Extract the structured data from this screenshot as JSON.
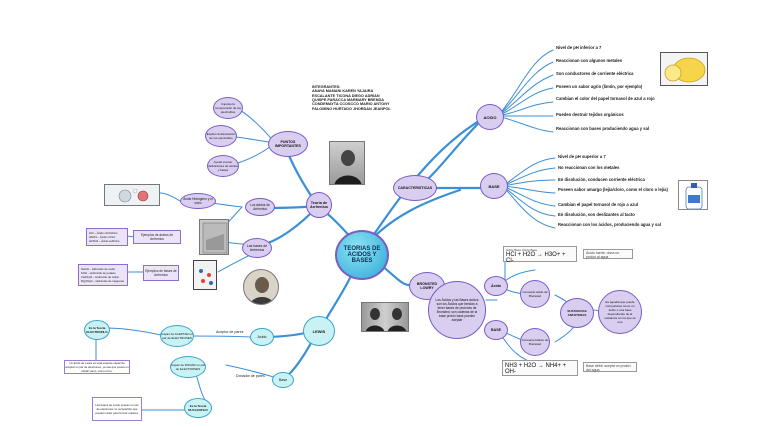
{
  "central": "TEORIAS DE ACIDOS Y BASES",
  "members": [
    "INTEGRANTES:",
    "ANAYA MAMANI KAREN YAJAIRA",
    "ESCALANTE TICONA DIEGO ADRIAN",
    "QUISPE PARACCA MARMARY BRENDA",
    "CONDEMAYTA CCOSCCO MARIO ANTONY",
    "PALOMINO HURTADO JHORDAN JEANPOL"
  ],
  "nodes": {
    "arrhenius": "Teoria de Arrhenius",
    "puntos": "PUNTOS IMPORTANTES",
    "punto1": "Impulso la comprensión de los electrolitos",
    "punto2": "Explico la disociación de los electrolitos",
    "punto3": "Ayudó a tener definiciones de ácidos y bases",
    "lewis": "LEWIS",
    "caracteristicas": "CARACTERISTICAS",
    "bronsted": "BRONSTED LOWRY",
    "acido": "ACIDO",
    "base": "BASE",
    "acido_lewis": "Acido",
    "base_lewis": "Base",
    "bases_arrhenius": "Las bases de Arrhenius",
    "ejemplos_base": "Ejemplos de bases de Arrhenius",
    "acidos_arrhenius": "Los ácidos de Arrhenius",
    "ejemplos_acido": "Ejemplos de ácidos de Arrhenius",
    "bronsted_text": "Los Ácidos y las Bases ácidos son los Ácidos que tiendan a tener bases de protones de Bronsted, son cadenas de la base protón base pueden aceptar",
    "acido_bl": "Ácido",
    "base_bl": "BASE",
    "concepto_acido": "Concepto ácido de Brønsted",
    "concepto_base": "Concepto básico de Brønsted",
    "sustancias_anfoteras": "SUSTANCIAS ANFOTERAS",
    "anfoteras_text": "Es aquella que puede comportarse como un ácido o una base dependiendo de la sustancia con la que se une",
    "electrofilo": "Es la Teoría ELECTROFILO",
    "capaz_aceptar": "Capaz de ACEPTAR un par de ELECTRONES",
    "acido_lewis_text": "Un ácido de Lewis es toda especie capaz de aceptar un par de electrones, ya sea que posea un orbital vacío, como el H+.",
    "nucleofilo": "Es la Teoría NUCLEOFILO",
    "capaz_donar": "Capaz de DONAR un par de ELECTRONES",
    "base_lewis_text": "Las bases de Lewis poseen un par de electrones no compartido que pueden ceder para formar enlaces.",
    "donador": "Donador de pares",
    "aceptor": "Aceptor de pares"
  },
  "acid_props": [
    "Nivel de pH inferior a 7",
    "Reaccionan con algunos metales",
    "Son conductores de corriente eléctrica",
    "Poseen un sabor agrio (limón, por ejemplo)",
    "Cambian el color del papel tornasol de azul a rojo",
    "Pueden destruir tejidos orgánicos",
    "Reaccionan con bases produciendo agua y sal"
  ],
  "base_props": [
    "Nivel de pH superior a 7",
    "No reaccionan con los metales",
    "En disolución, conducen corriente eléctrica",
    "Poseen sabor amargo (lejía/cloro, como el cloro o lejía)",
    "Cambian el papel tornasol de rojo a azul",
    "En disolución, son deslizantes al tacto",
    "Reaccionan con los ácidos, produciendo agua y sal"
  ],
  "acidos_list": [
    "HCl – Ácido clorhídrico",
    "HNO3 – Ácido nítrico",
    "H2SO4 – Ácido sulfúrico"
  ],
  "bases_list": [
    "NaOH – Hidróxido de sodio",
    "KOH – Hidróxido de potasio",
    "Ca(OH)2 – Hidróxido de calcio",
    "Mg(OH)2 – Hidróxido de magnesio"
  ],
  "acido_def": "Ácido Hidrógeno y el cloro",
  "eq_top": "HCl + H2O → H3O+ + Cl-",
  "eq_bottom": "NH3 + H2O → NH4+ + OH-",
  "note_top": "Ácido fuerte: dona un protón al agua",
  "note_bottom": "Base débil: acepta un protón del agua",
  "eq_top_label": "Ácido  Base  Ácido  Base"
}
